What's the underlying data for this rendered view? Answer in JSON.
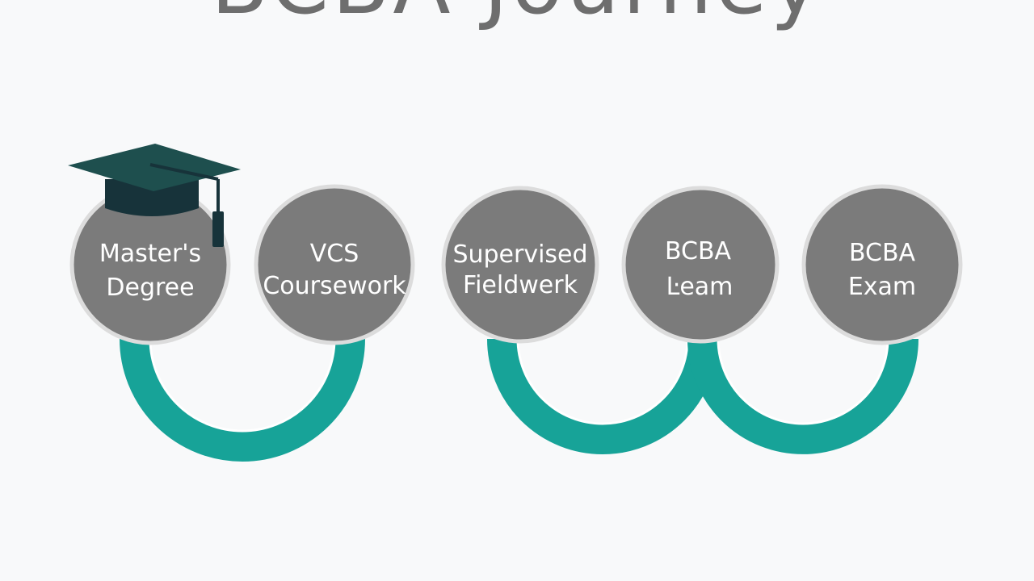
{
  "title": "BCBA Journey",
  "colors": {
    "background": "#f8f9fa",
    "circle": "#7b7b7b",
    "connector": "#17a398",
    "cap": "#1e4f4e"
  },
  "icon": "graduation-cap-icon",
  "steps": [
    {
      "line1": "Master's",
      "line2": "Degree"
    },
    {
      "line1": "VCS",
      "line2": "Coursework"
    },
    {
      "line1": "Supervised",
      "line2": "Fieldwerk"
    },
    {
      "line1": "BCBA",
      "line2": "Ŀeam"
    },
    {
      "line1": "BCBA",
      "line2": "Exam"
    }
  ]
}
